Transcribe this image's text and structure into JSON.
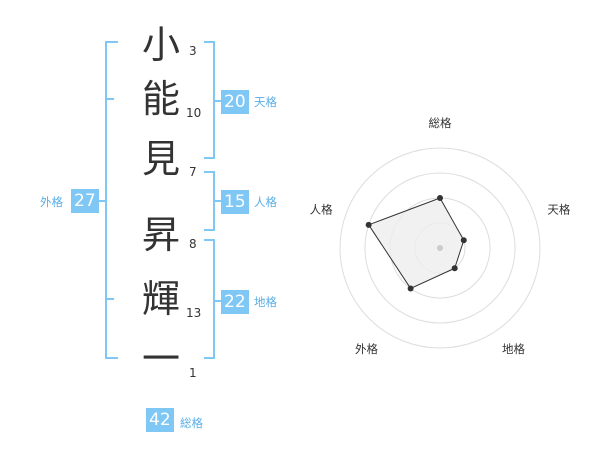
{
  "name": {
    "characters": [
      {
        "char": "小",
        "strokes": "3"
      },
      {
        "char": "能",
        "strokes": "10"
      },
      {
        "char": "見",
        "strokes": "7"
      },
      {
        "char": "昇",
        "strokes": "8"
      },
      {
        "char": "輝",
        "strokes": "13"
      },
      {
        "char": "一",
        "strokes": "1"
      }
    ]
  },
  "kakusu": {
    "tenkaku": {
      "label": "天格",
      "value": "20"
    },
    "jinkaku": {
      "label": "人格",
      "value": "15"
    },
    "chikaku": {
      "label": "地格",
      "value": "22"
    },
    "gaikaku": {
      "label": "外格",
      "value": "27"
    },
    "soukaku": {
      "label": "総格",
      "value": "42"
    }
  },
  "colors": {
    "accent": "#7fc7f5",
    "accent_text": "#5aaee6",
    "line": "#333333",
    "polygon_fill": "#eeeeee",
    "ring": "#dddddd"
  },
  "chart_data": {
    "type": "radar",
    "axes": [
      "総格",
      "天格",
      "地格",
      "外格",
      "人格"
    ],
    "levels": 4,
    "values": [
      2,
      1,
      1,
      2,
      3
    ],
    "max": 4
  }
}
